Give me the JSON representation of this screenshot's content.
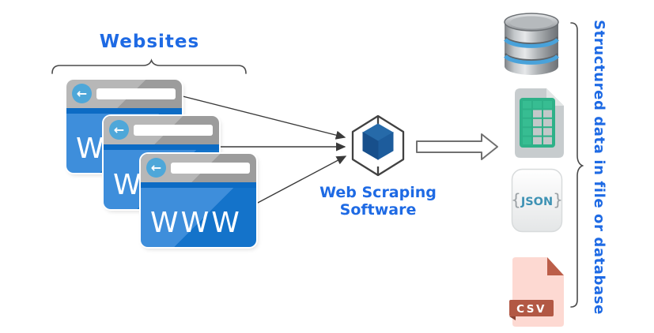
{
  "diagram": {
    "websites_label": "Websites",
    "www_label": "WWW",
    "software_label_line1": "Web Scraping",
    "software_label_line2": "Software",
    "output_label": "Structured data in file or database",
    "json_icon": {
      "open_brace": "{",
      "name": "JSON",
      "close_brace": "}"
    },
    "csv_icon_label": "CSV",
    "back_arrow_glyph": "←"
  },
  "icons": {
    "browser_windows": "browser-window-icon",
    "software": "wireframe-cube-icon",
    "outputs": [
      "database-cylinder-icon",
      "spreadsheet-file-icon",
      "json-file-icon",
      "csv-file-icon"
    ]
  },
  "colors": {
    "label_blue": "#1e6ae4",
    "window_header_gray": "#a9a9a9",
    "window_body_light_blue": "#3e8edb",
    "window_body_dark_blue": "#1473ca",
    "back_button_blue": "#4ea7d9",
    "cube_blue": "#1d5c9c",
    "database_ring_blue": "#49a2da",
    "spreadsheet_green": "#2eb188",
    "json_teal": "#3e92b4",
    "csv_terracotta": "#b25844",
    "connector_gray": "#3a3a3a"
  }
}
